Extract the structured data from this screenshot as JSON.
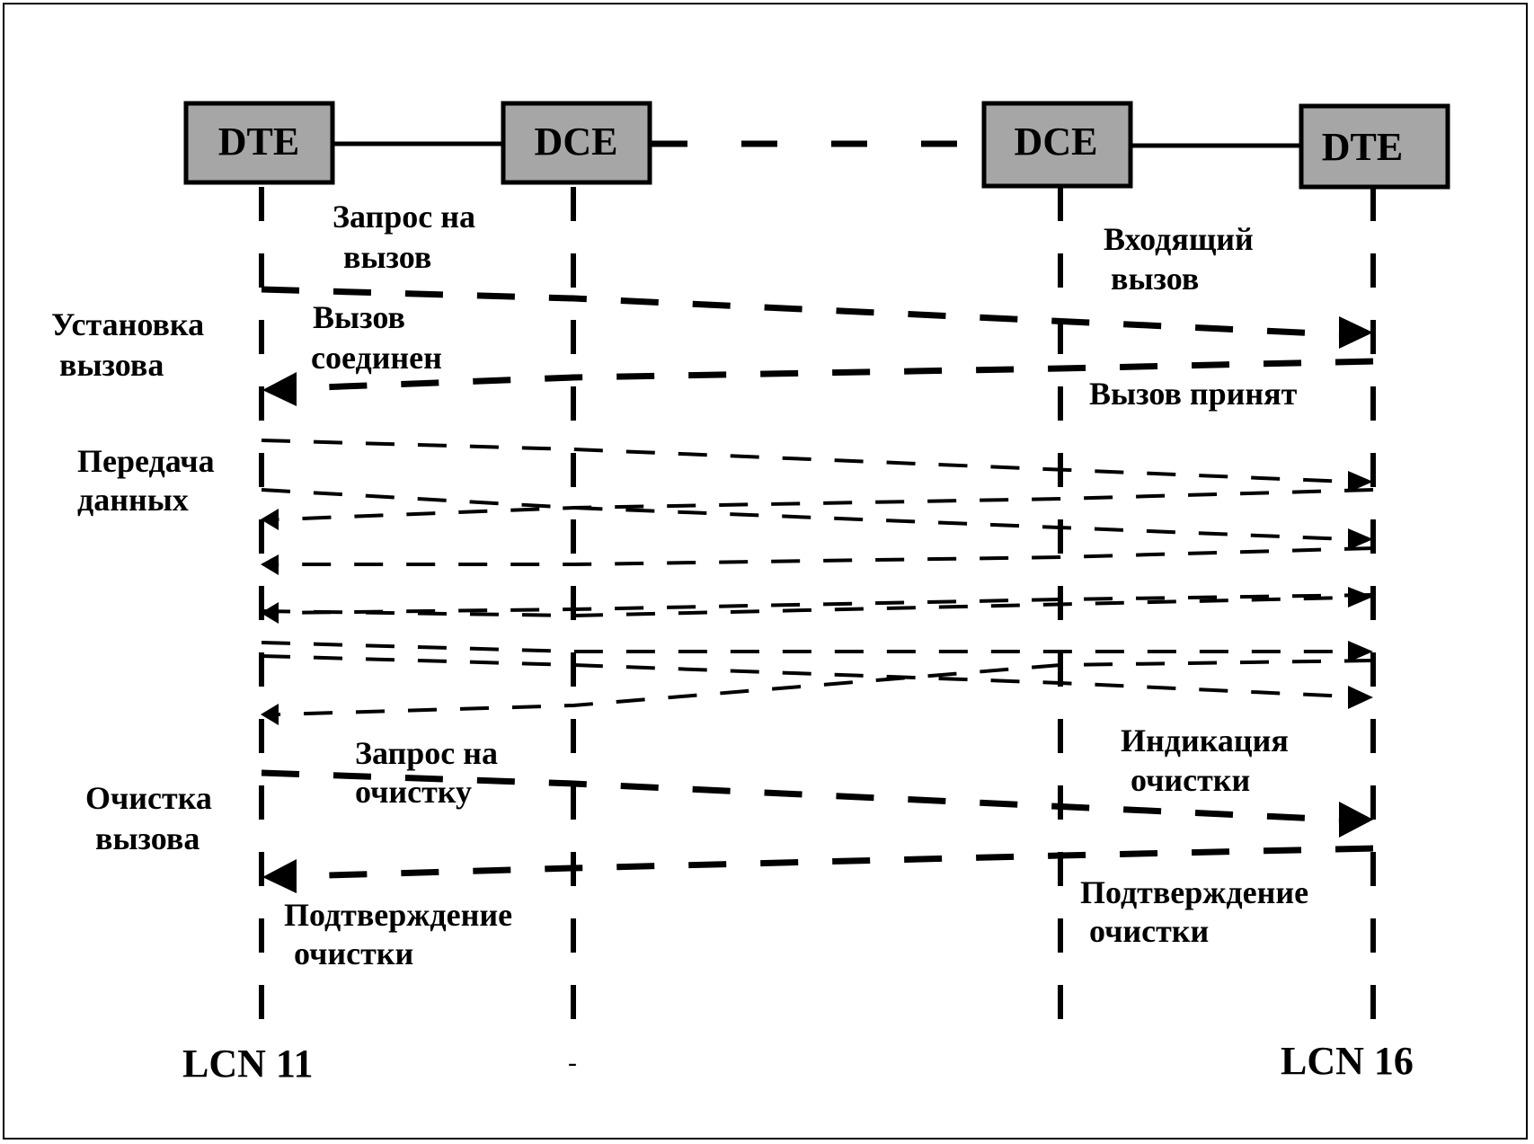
{
  "nodes": {
    "dte_left": "DTE",
    "dce_left": "DCE",
    "dce_right": "DCE",
    "dte_right": "DTE"
  },
  "phases": {
    "setup": [
      "Установка",
      "вызова"
    ],
    "data": [
      "Передача",
      "данных"
    ],
    "clear": [
      "Очистка",
      "вызова"
    ]
  },
  "messages": {
    "call_request": [
      "Запрос на",
      "вызов"
    ],
    "incoming_call": [
      "Входящий",
      "вызов"
    ],
    "call_connected": [
      "Вызов",
      "соединен"
    ],
    "call_accepted": "Вызов принят",
    "clear_request": [
      "Запрос на",
      "очистку"
    ],
    "clear_indication": [
      "Индикация",
      "очистки"
    ],
    "clear_confirm_left": [
      "Подтверждение",
      "очистки"
    ],
    "clear_confirm_right": [
      "Подтверждение",
      "очистки"
    ]
  },
  "footer": {
    "left": "LCN 11",
    "middle": "-",
    "right": "LCN 16"
  }
}
